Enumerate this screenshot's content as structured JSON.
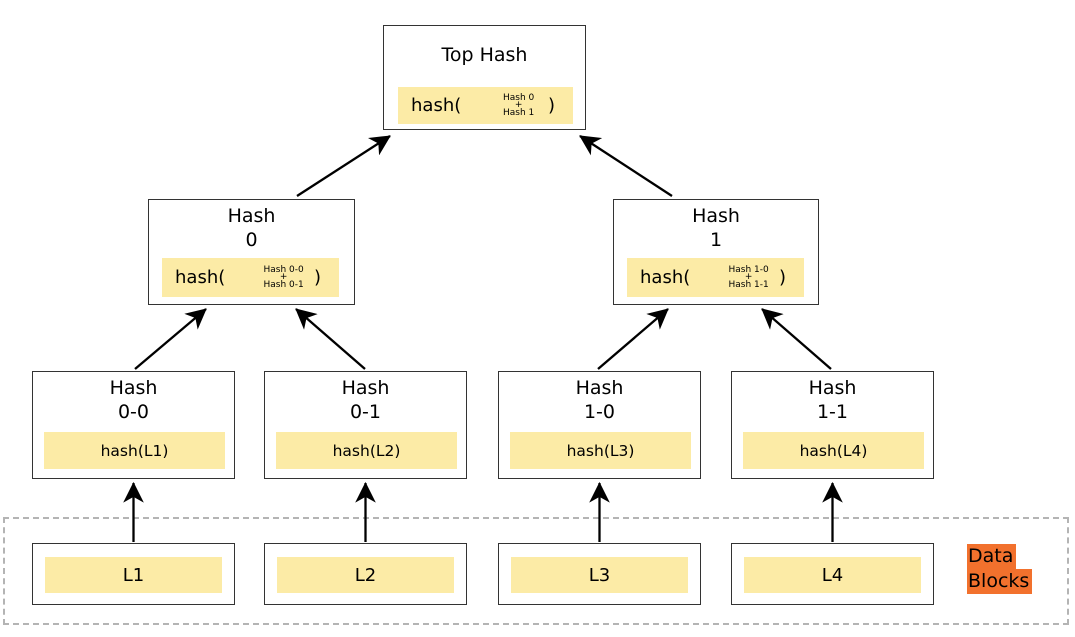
{
  "colors": {
    "highlight": "#fceba6",
    "orange": "#f2712d",
    "border": "#333333",
    "dashed": "#b4b4b4",
    "arrow": "#000000"
  },
  "nodes": {
    "top": {
      "title1": "Top Hash",
      "formula": {
        "pre": "hash(",
        "s1": "Hash 0",
        "s2": "+",
        "s3": "Hash 1",
        "post": ")"
      }
    },
    "h0": {
      "title1": "Hash",
      "title2": "0",
      "formula": {
        "pre": "hash(",
        "s1": "Hash 0-0",
        "s2": "+",
        "s3": "Hash 0-1",
        "post": ")"
      }
    },
    "h1": {
      "title1": "Hash",
      "title2": "1",
      "formula": {
        "pre": "hash(",
        "s1": "Hash 1-0",
        "s2": "+",
        "s3": "Hash 1-1",
        "post": ")"
      }
    },
    "h00": {
      "title1": "Hash",
      "title2": "0-0",
      "formula_text": "hash(L1)"
    },
    "h01": {
      "title1": "Hash",
      "title2": "0-1",
      "formula_text": "hash(L2)"
    },
    "h10": {
      "title1": "Hash",
      "title2": "1-0",
      "formula_text": "hash(L3)"
    },
    "h11": {
      "title1": "Hash",
      "title2": "1-1",
      "formula_text": "hash(L4)"
    }
  },
  "leaves": {
    "l1": "L1",
    "l2": "L2",
    "l3": "L3",
    "l4": "L4"
  },
  "annotation": {
    "line1": "Data",
    "line2": "Blocks"
  }
}
